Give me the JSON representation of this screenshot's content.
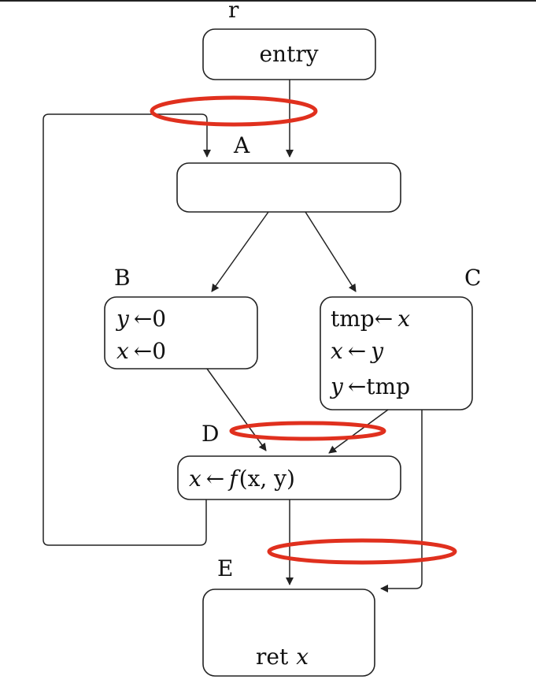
{
  "labels": {
    "r": "r",
    "a": "A",
    "b": "B",
    "c": "C",
    "d": "D",
    "e": "E"
  },
  "nodes": {
    "entry": "entry",
    "b_line1_var": "y",
    "b_line1_rest": "←0",
    "b_line2_var": "x",
    "b_line2_rest": "←0",
    "c_line1_a": "tmp←",
    "c_line1_var": "x",
    "c_line2_var": "x",
    "c_line2_mid": "←",
    "c_line2_var2": "y",
    "c_line3_var": "y",
    "c_line3_rest": "←tmp",
    "d_var": "x",
    "d_arrow": "←",
    "d_f": "f",
    "d_args": "(x, y)",
    "e_ret": "ret",
    "e_var": "x"
  },
  "colors": {
    "node_stroke": "#222222",
    "highlight": "#e0301e"
  }
}
